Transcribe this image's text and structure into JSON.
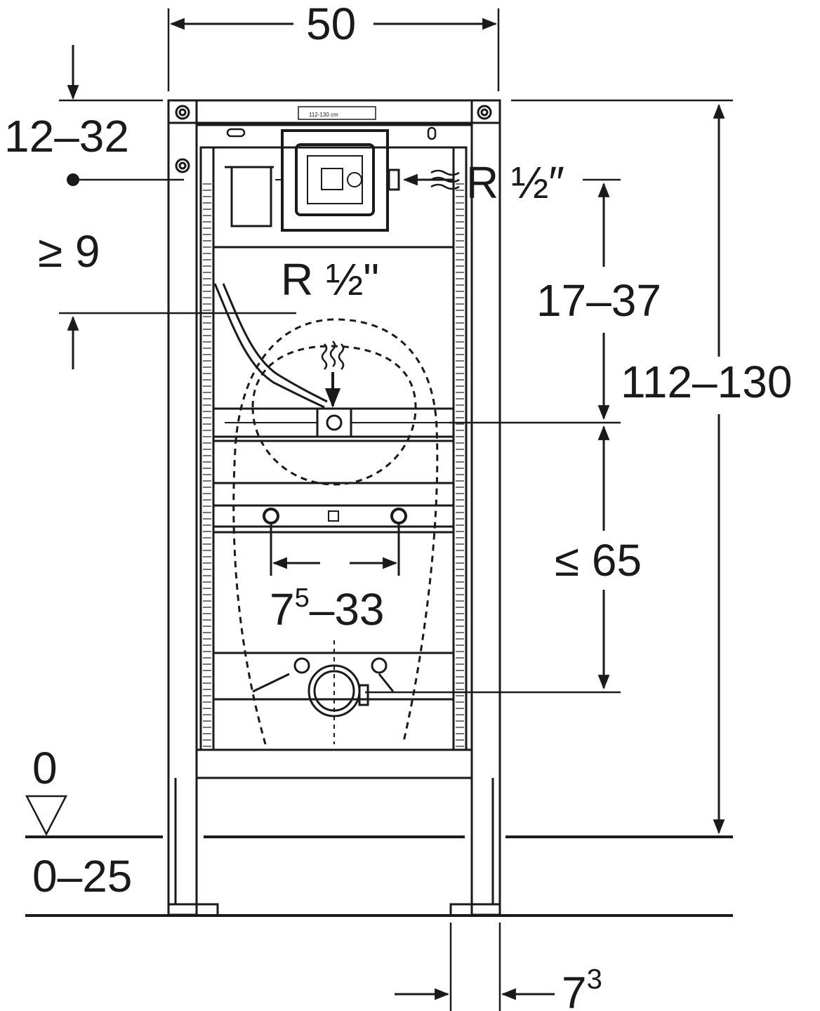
{
  "dimensions": {
    "width": "50",
    "height_range": "112–130",
    "top_offset": "12–32",
    "supply_clearance": "≥ 9",
    "supply_to_mid": "17–37",
    "mid_to_drain": "≤ 65",
    "mount_spacing_base": "7",
    "mount_spacing_sup": "5",
    "mount_spacing_rest": "–33",
    "floor_level": "0",
    "floor_build_up": "0–25",
    "leg_depth_base": "7",
    "leg_depth_sup": "3"
  },
  "connections": {
    "supply_right": "R ½″",
    "supply_inner": "R ½\""
  },
  "frame_marking": "112-130 cm"
}
